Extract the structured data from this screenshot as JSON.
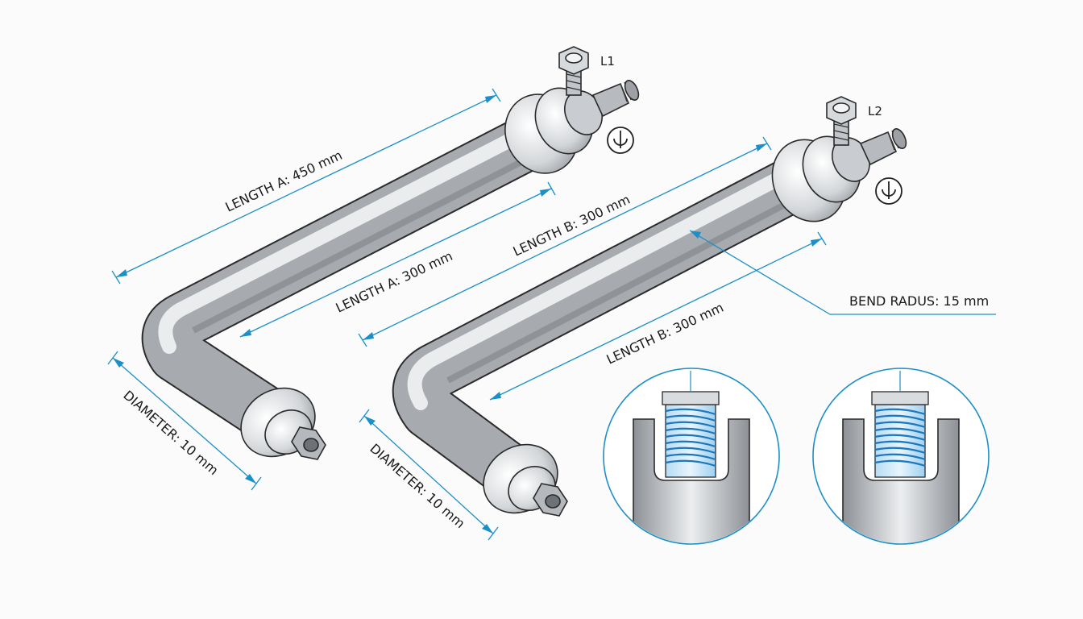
{
  "labels": {
    "length_a_450": "LENGTH A: 450 mm",
    "length_a_300": "LENGTH A: 300 mm",
    "length_b_300_top": "LENGTH B: 300 mm",
    "length_b_300_bottom": "LENGTH B: 300 mm",
    "diameter_left": "DIAMETER: 10 mm",
    "diameter_right": "DIAMETER: 10 mm",
    "bend_radius": "BEND RADUS: 15 mm",
    "tag_l1": "L1",
    "tag_l2": "L2"
  },
  "colors": {
    "dimension_line": "#1b8fc7",
    "metal_light": "#f4f5f6",
    "metal_dark": "#8d9196",
    "thread_highlight": "#8fc8ee"
  },
  "icons": [
    "hex-nut-icon",
    "rotation-symbol-icon",
    "thread-detail-icon"
  ]
}
